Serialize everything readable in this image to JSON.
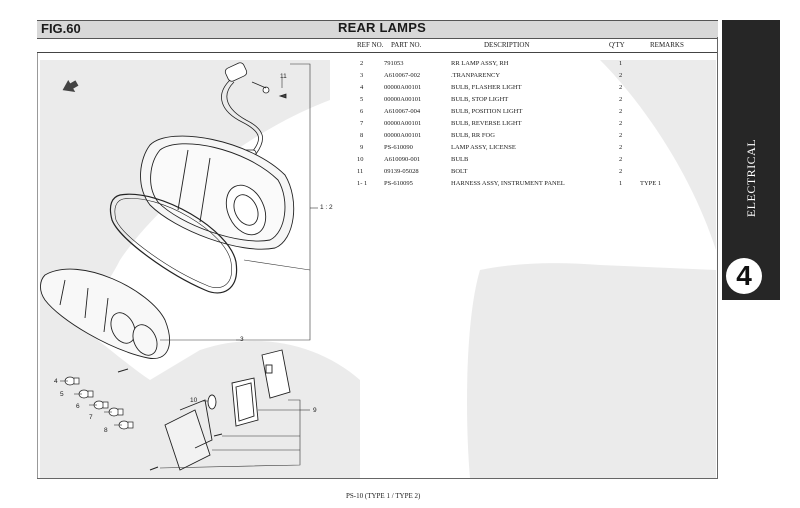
{
  "header": {
    "fig": "FIG.60",
    "title": "REAR LAMPS"
  },
  "columns": {
    "ref": "REF NO.",
    "part": "PART NO.",
    "desc": "DESCRIPTION",
    "qty": "Q'TY",
    "remarks": "REMARKS"
  },
  "parts": [
    {
      "ref": "2",
      "part": "791053",
      "desc": "RR LAMP ASSY, RH",
      "qty": "1",
      "remarks": ""
    },
    {
      "ref": "3",
      "part": "A610067-002",
      "desc": ".TRANPARENCY",
      "qty": "2",
      "remarks": ""
    },
    {
      "ref": "4",
      "part": "00000A00101",
      "desc": "BULB, FLASHER LIGHT",
      "qty": "2",
      "remarks": ""
    },
    {
      "ref": "5",
      "part": "00000A00101",
      "desc": "BULB, STOP LIGHT",
      "qty": "2",
      "remarks": ""
    },
    {
      "ref": "6",
      "part": "A610067-004",
      "desc": "BULB, POSITION LIGHT",
      "qty": "2",
      "remarks": ""
    },
    {
      "ref": "7",
      "part": "00000A00101",
      "desc": "BULB, REVERSE LIGHT",
      "qty": "2",
      "remarks": ""
    },
    {
      "ref": "8",
      "part": "00000A00101",
      "desc": "BULB, RR FOG",
      "qty": "2",
      "remarks": ""
    },
    {
      "ref": "9",
      "part": "PS-610090",
      "desc": "LAMP ASSY, LICENSE",
      "qty": "2",
      "remarks": ""
    },
    {
      "ref": "10",
      "part": "A610090-001",
      "desc": "BULB",
      "qty": "2",
      "remarks": ""
    },
    {
      "ref": "11",
      "part": "09139-05028",
      "desc": "BOLT",
      "qty": "2",
      "remarks": ""
    },
    {
      "ref": "1- 1",
      "part": "PS-610095",
      "desc": "HARNESS ASSY, INSTRUMENT PANEL",
      "qty": "1",
      "remarks": "TYPE 1"
    }
  ],
  "diagram_labels": {
    "l11": "11",
    "l12": "1 : 2",
    "l3": "3",
    "l4": "4",
    "l5": "5",
    "l6": "6",
    "l7": "7",
    "l8": "8",
    "l9": "9",
    "l10": "10"
  },
  "tab": {
    "section": "ELECTRICAL",
    "number": "4"
  },
  "footer": "PS-10 (TYPE 1 / TYPE 2)"
}
